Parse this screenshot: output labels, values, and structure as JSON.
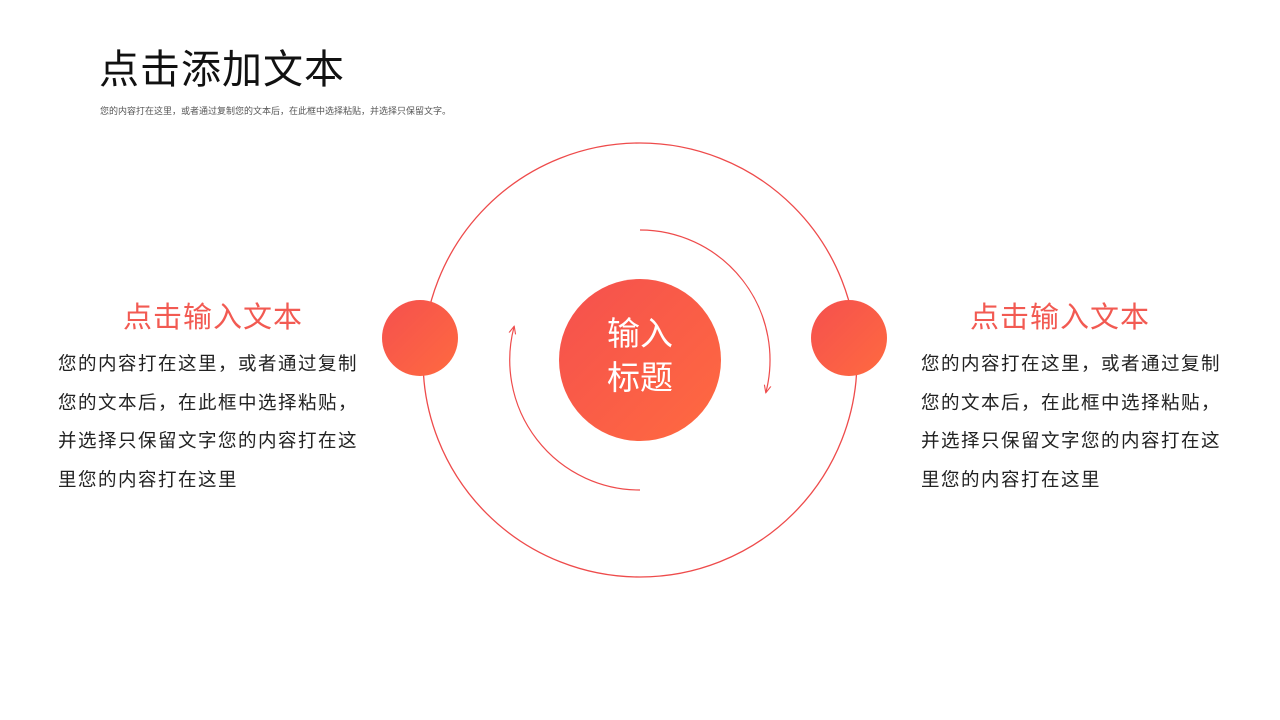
{
  "header": {
    "title": "点击添加文本",
    "subtitle": "您的内容打在这里，或者通过复制您的文本后，在此框中选择粘贴，并选择只保留文字。"
  },
  "center": {
    "line1": "输入",
    "line2": "标题"
  },
  "left_block": {
    "heading": "点击输入文本",
    "lines": [
      "您的内容打在这里，或者通过复制",
      "您的文本后，在此框中选择粘贴，",
      "并选择只保留文字您的内容打在这",
      "里您的内容打在这里"
    ]
  },
  "right_block": {
    "heading": "点击输入文本",
    "lines": [
      "您的内容打在这里，或者通过复制",
      "您的文本后，在此框中选择粘贴，",
      "并选择只保留文字您的内容打在这",
      "里您的内容打在这里"
    ]
  },
  "colors": {
    "accent": "#f25a52",
    "gradient_start": "#f5504e",
    "gradient_end": "#ff6a40",
    "line": "#ee4b4b"
  }
}
